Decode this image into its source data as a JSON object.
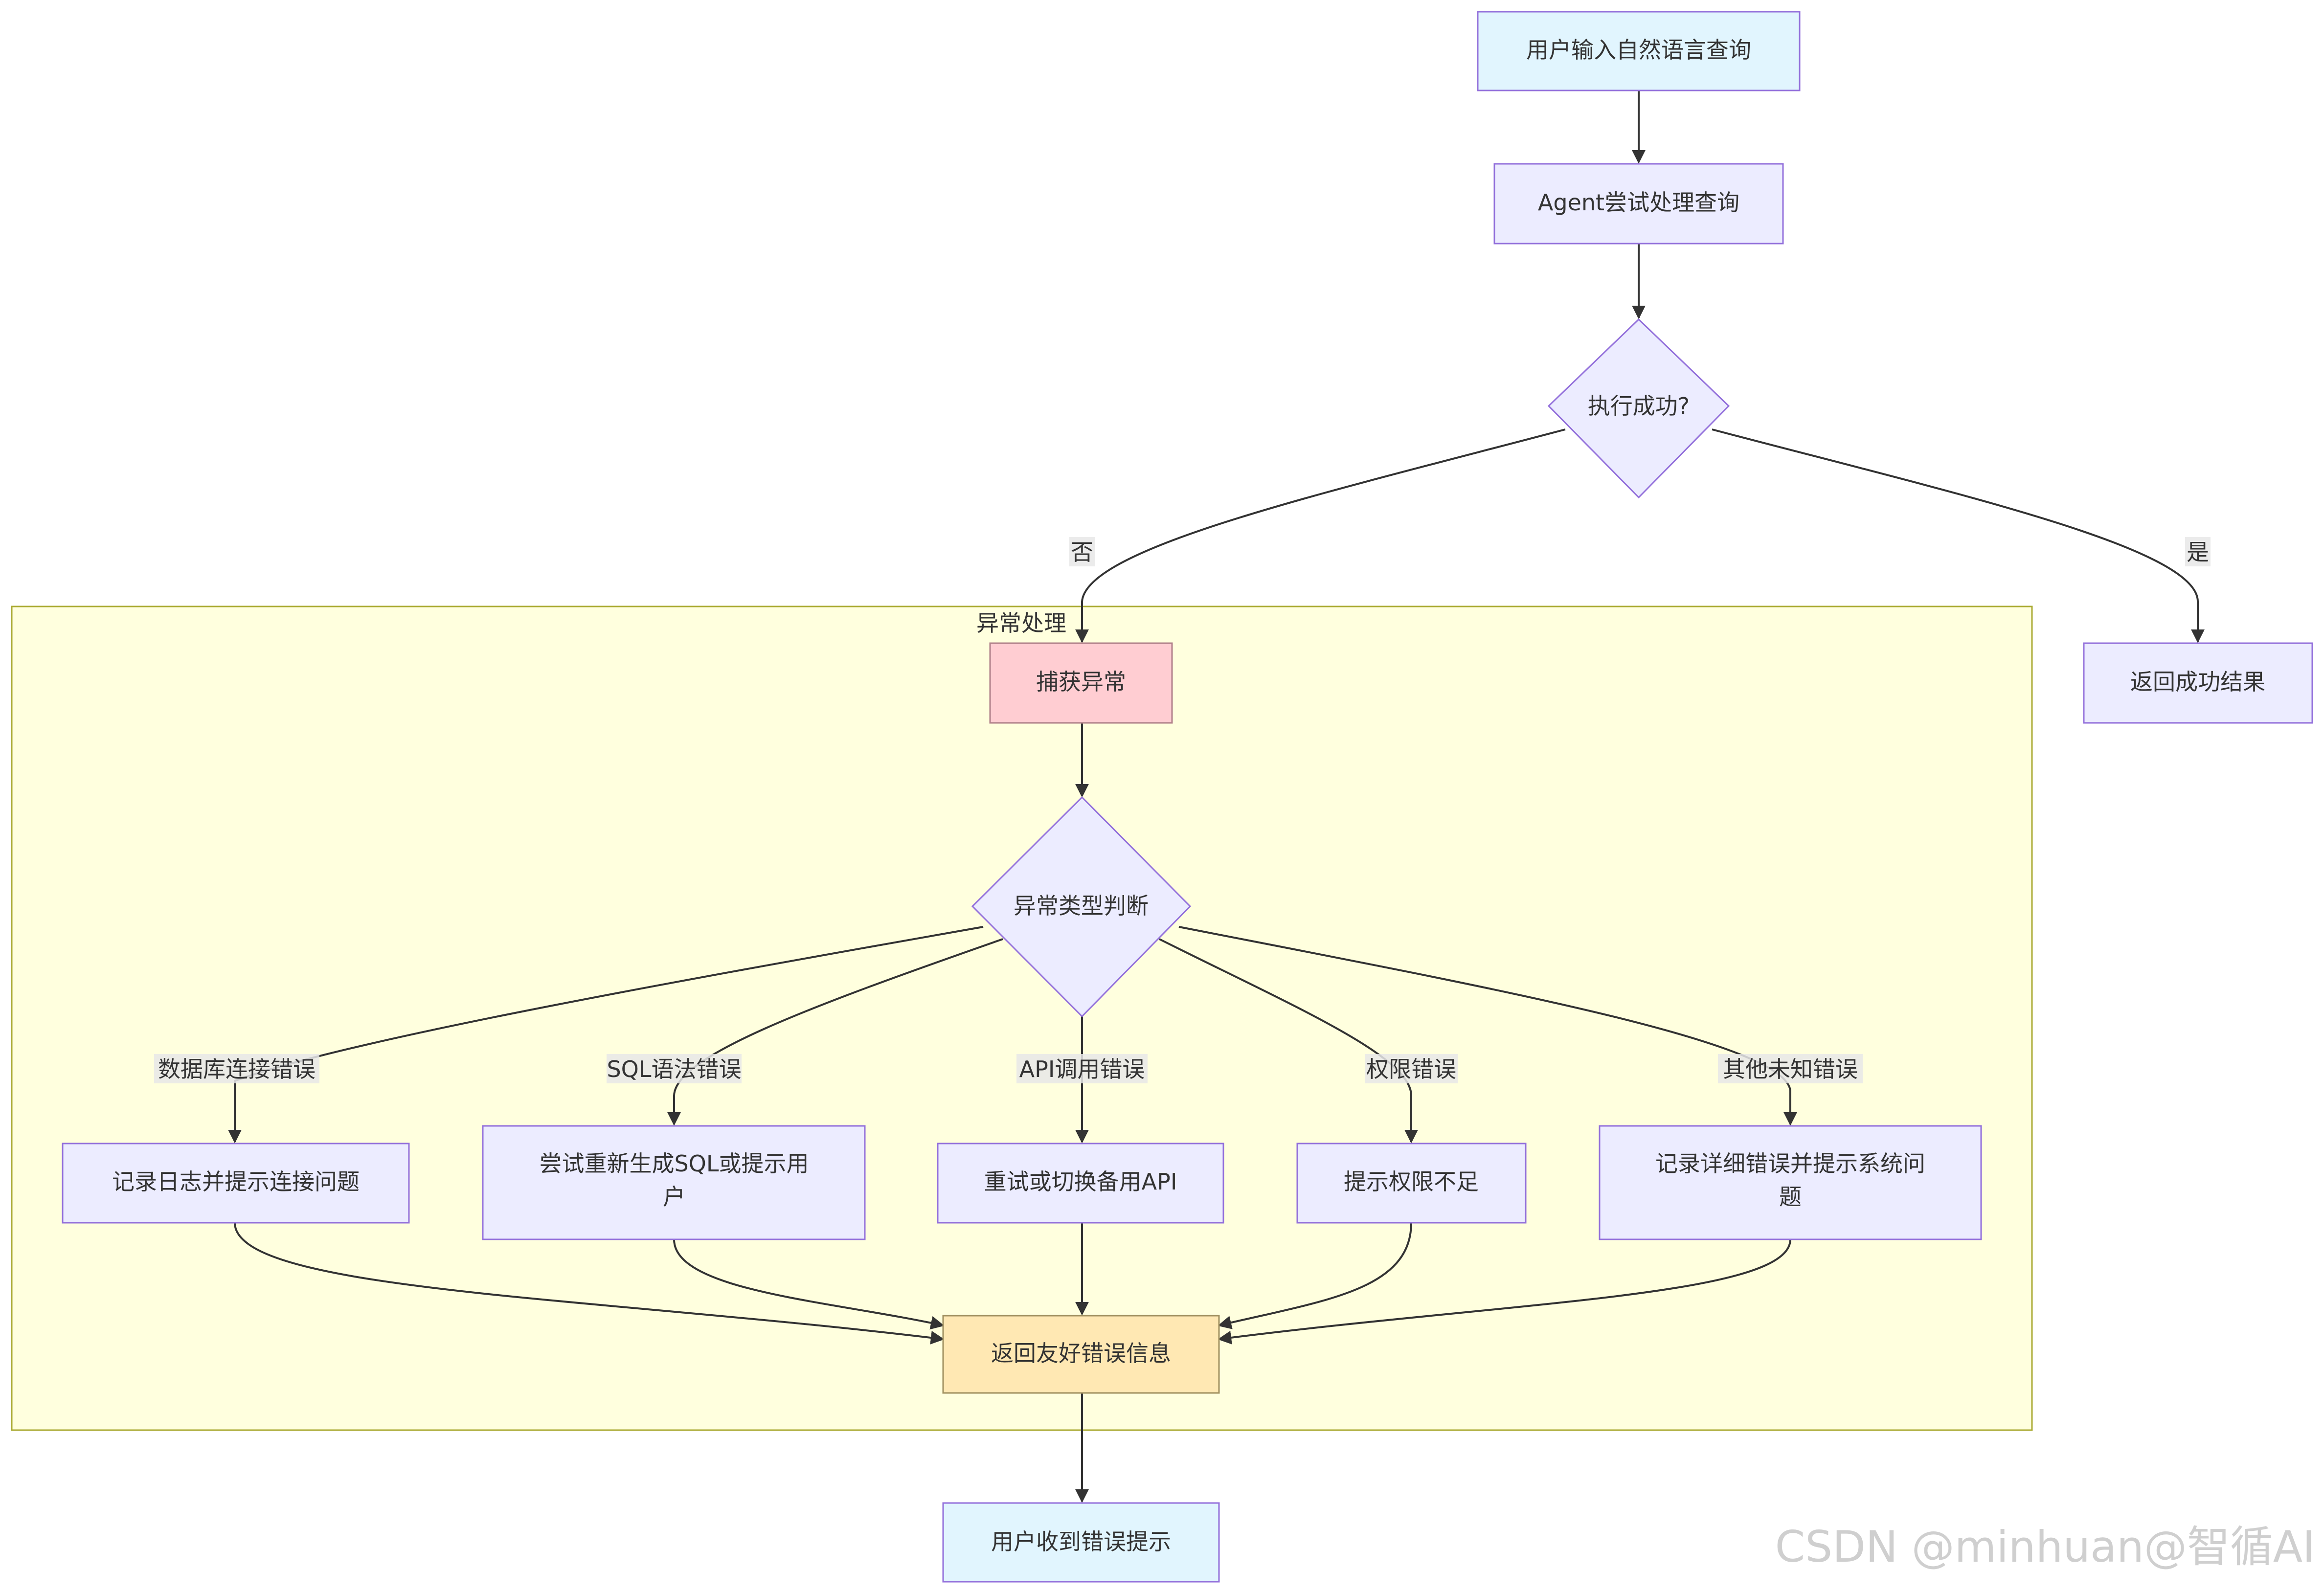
{
  "colors": {
    "default_fill": "#ececff",
    "default_stroke": "#9370db",
    "io_fill": "#e1f5fe",
    "error_fill": "#ffcdd2",
    "error_stroke": "#b0808a",
    "friendly_fill": "#ffe8b3",
    "friendly_stroke": "#a09060",
    "cluster_fill": "#ffffde",
    "cluster_stroke": "#aaaa33",
    "edge": "#333333"
  },
  "subgraph": {
    "title": "异常处理"
  },
  "nodes": {
    "start": "用户输入自然语言查询",
    "agent": "Agent尝试处理查询",
    "decision": "执行成功?",
    "catch": "捕获异常",
    "success": "返回成功结果",
    "type_decision": "异常类型判断",
    "db_handle": "记录日志并提示连接问题",
    "sql_handle": [
      "尝试重新生成SQL或提示用",
      "户"
    ],
    "api_handle": "重试或切换备用API",
    "perm_handle": "提示权限不足",
    "other_handle": [
      "记录详细错误并提示系统问",
      "题"
    ],
    "friendly": "返回友好错误信息",
    "end": "用户收到错误提示"
  },
  "edge_labels": {
    "no": "否",
    "yes": "是",
    "db_error": "数据库连接错误",
    "sql_error": "SQL语法错误",
    "api_error": "API调用错误",
    "perm_error": "权限错误",
    "other_error": "其他未知错误"
  },
  "watermark": "CSDN @minhuan@智循AI"
}
